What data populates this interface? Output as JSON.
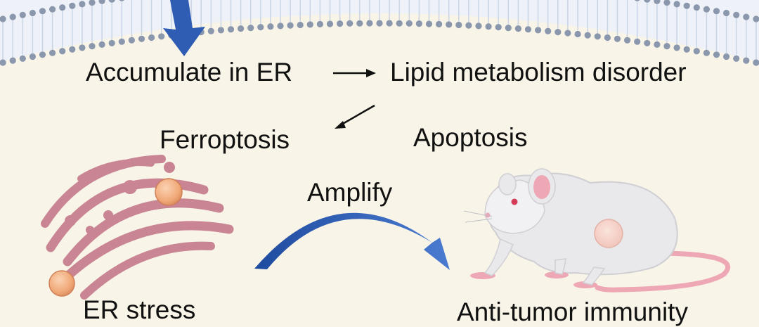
{
  "labels": {
    "accumulate": "Accumulate in ER",
    "lipid": "Lipid metabolism disorder",
    "ferroptosis": "Ferroptosis",
    "apoptosis": "Apoptosis",
    "amplify": "Amplify",
    "er_stress": "ER stress",
    "anti_tumor": "Anti-tumor immunity"
  },
  "colors": {
    "background": "#f8f4e7",
    "membrane_bead": "#8a97ad",
    "membrane_tail": "#c9d4e6",
    "membrane_fill": "#eef2f8",
    "arrow_blue": "#2f5db3",
    "er_pink": "#c98593",
    "droplet_orange": "#f2b48a",
    "mouse_body": "#e9e9ec",
    "mouse_pink": "#eea7b4",
    "tumor": "#f3cfc7"
  }
}
